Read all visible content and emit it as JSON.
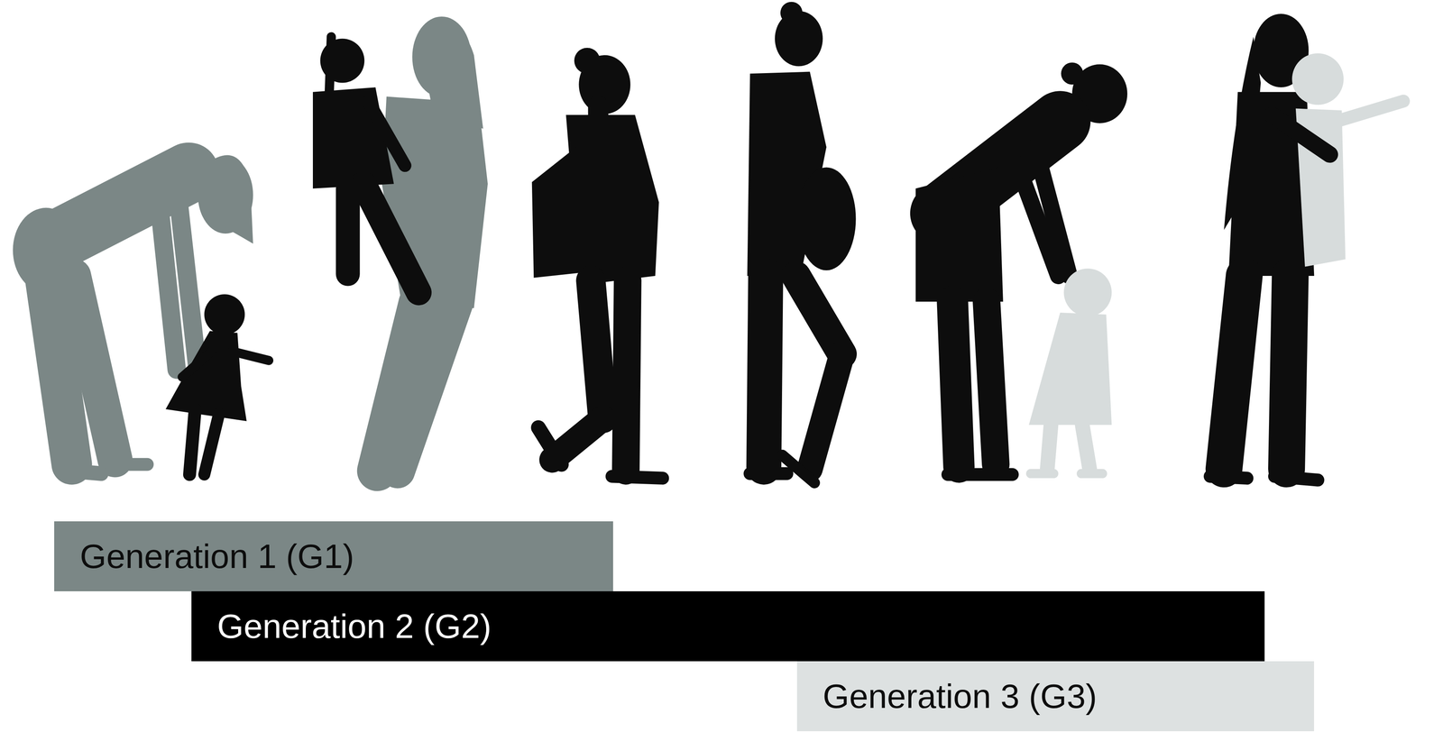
{
  "diagram": {
    "nodes": [
      {
        "text": [
          "Generation 1 (G1)"
        ]
      },
      {
        "text": [
          "Generation 2 (G2)"
        ]
      },
      {
        "text": [
          "Generation 3 (G3)"
        ]
      }
    ]
  }
}
